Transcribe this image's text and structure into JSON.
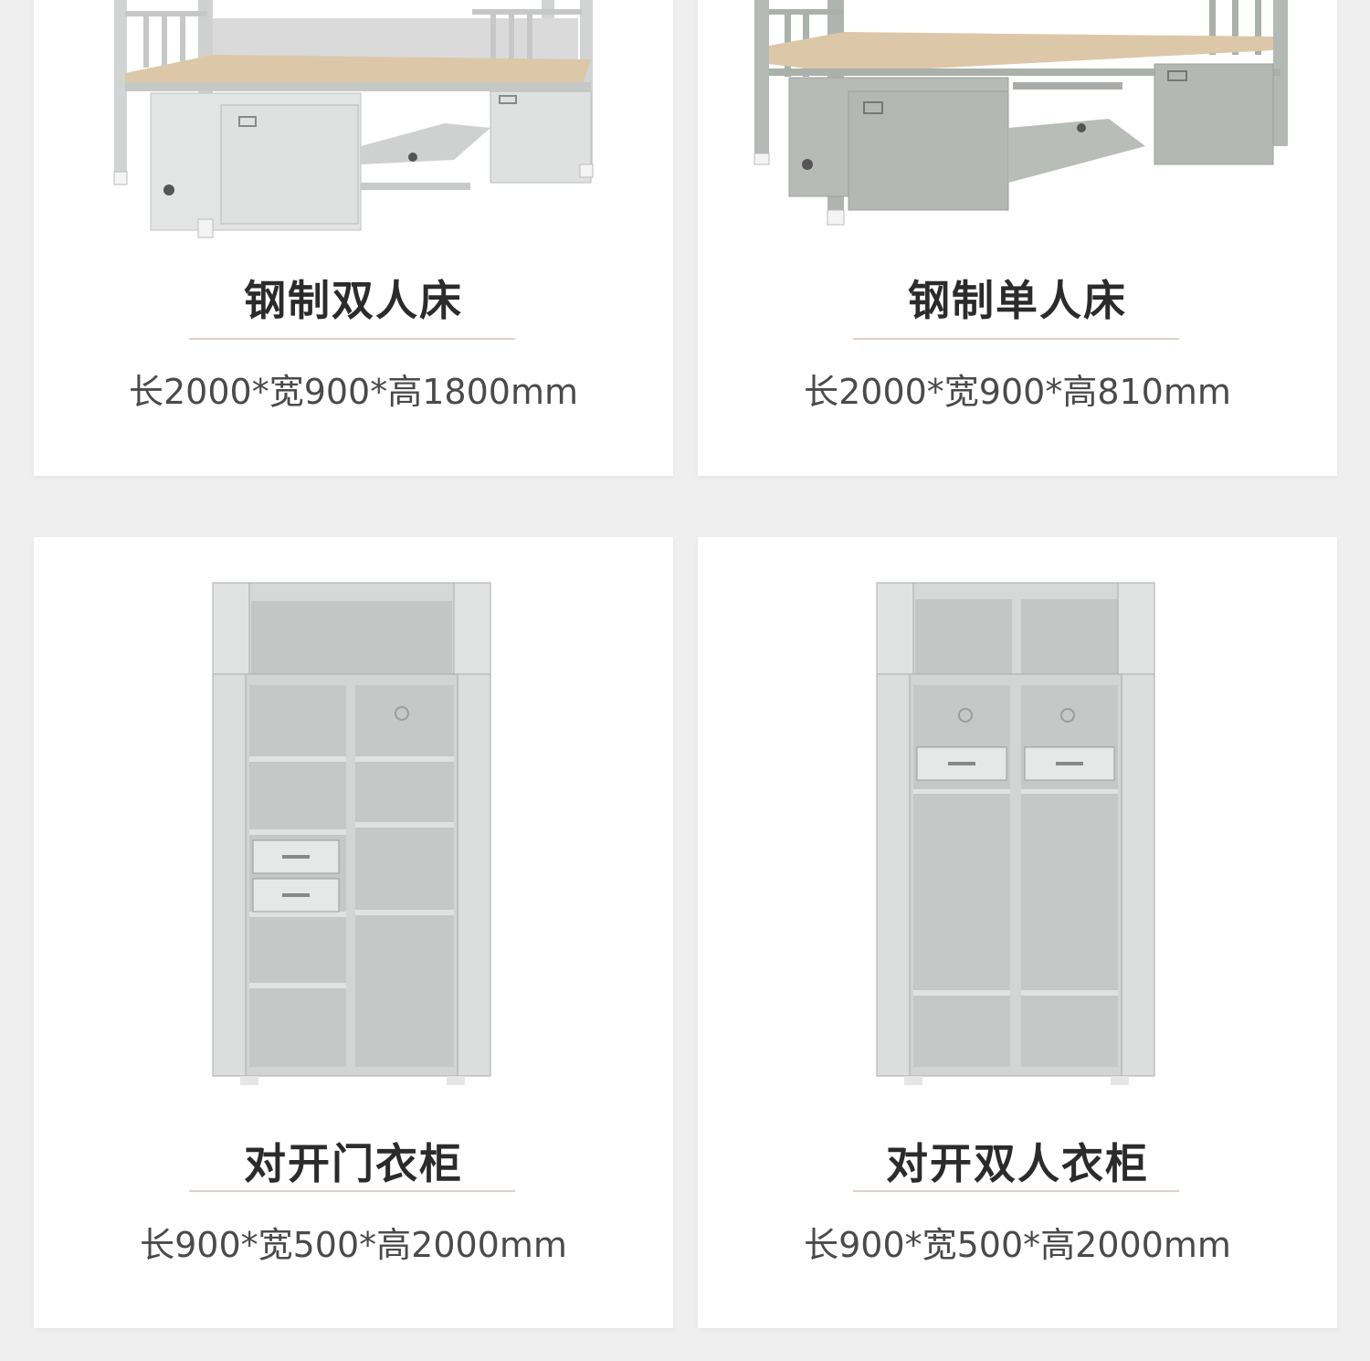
{
  "products": [
    {
      "title": "钢制双人床",
      "dimensions": "长2000*宽900*高1800mm",
      "image_icon": "bunk-bed-icon"
    },
    {
      "title": "钢制单人床",
      "dimensions": "长2000*宽900*高810mm",
      "image_icon": "single-bed-icon"
    },
    {
      "title": "对开门衣柜",
      "dimensions": "长900*宽500*高2000mm",
      "image_icon": "double-door-wardrobe-icon"
    },
    {
      "title": "对开双人衣柜",
      "dimensions": "长900*宽500*高2000mm",
      "image_icon": "double-person-wardrobe-icon"
    }
  ],
  "colors": {
    "background": "#f0efef",
    "card": "#ffffff",
    "title": "#2b2b2b",
    "dims": "#4a4a4a",
    "divider": "#e6cfc6",
    "steel": "#c9cbcb",
    "wood": "#dcc8a8"
  }
}
